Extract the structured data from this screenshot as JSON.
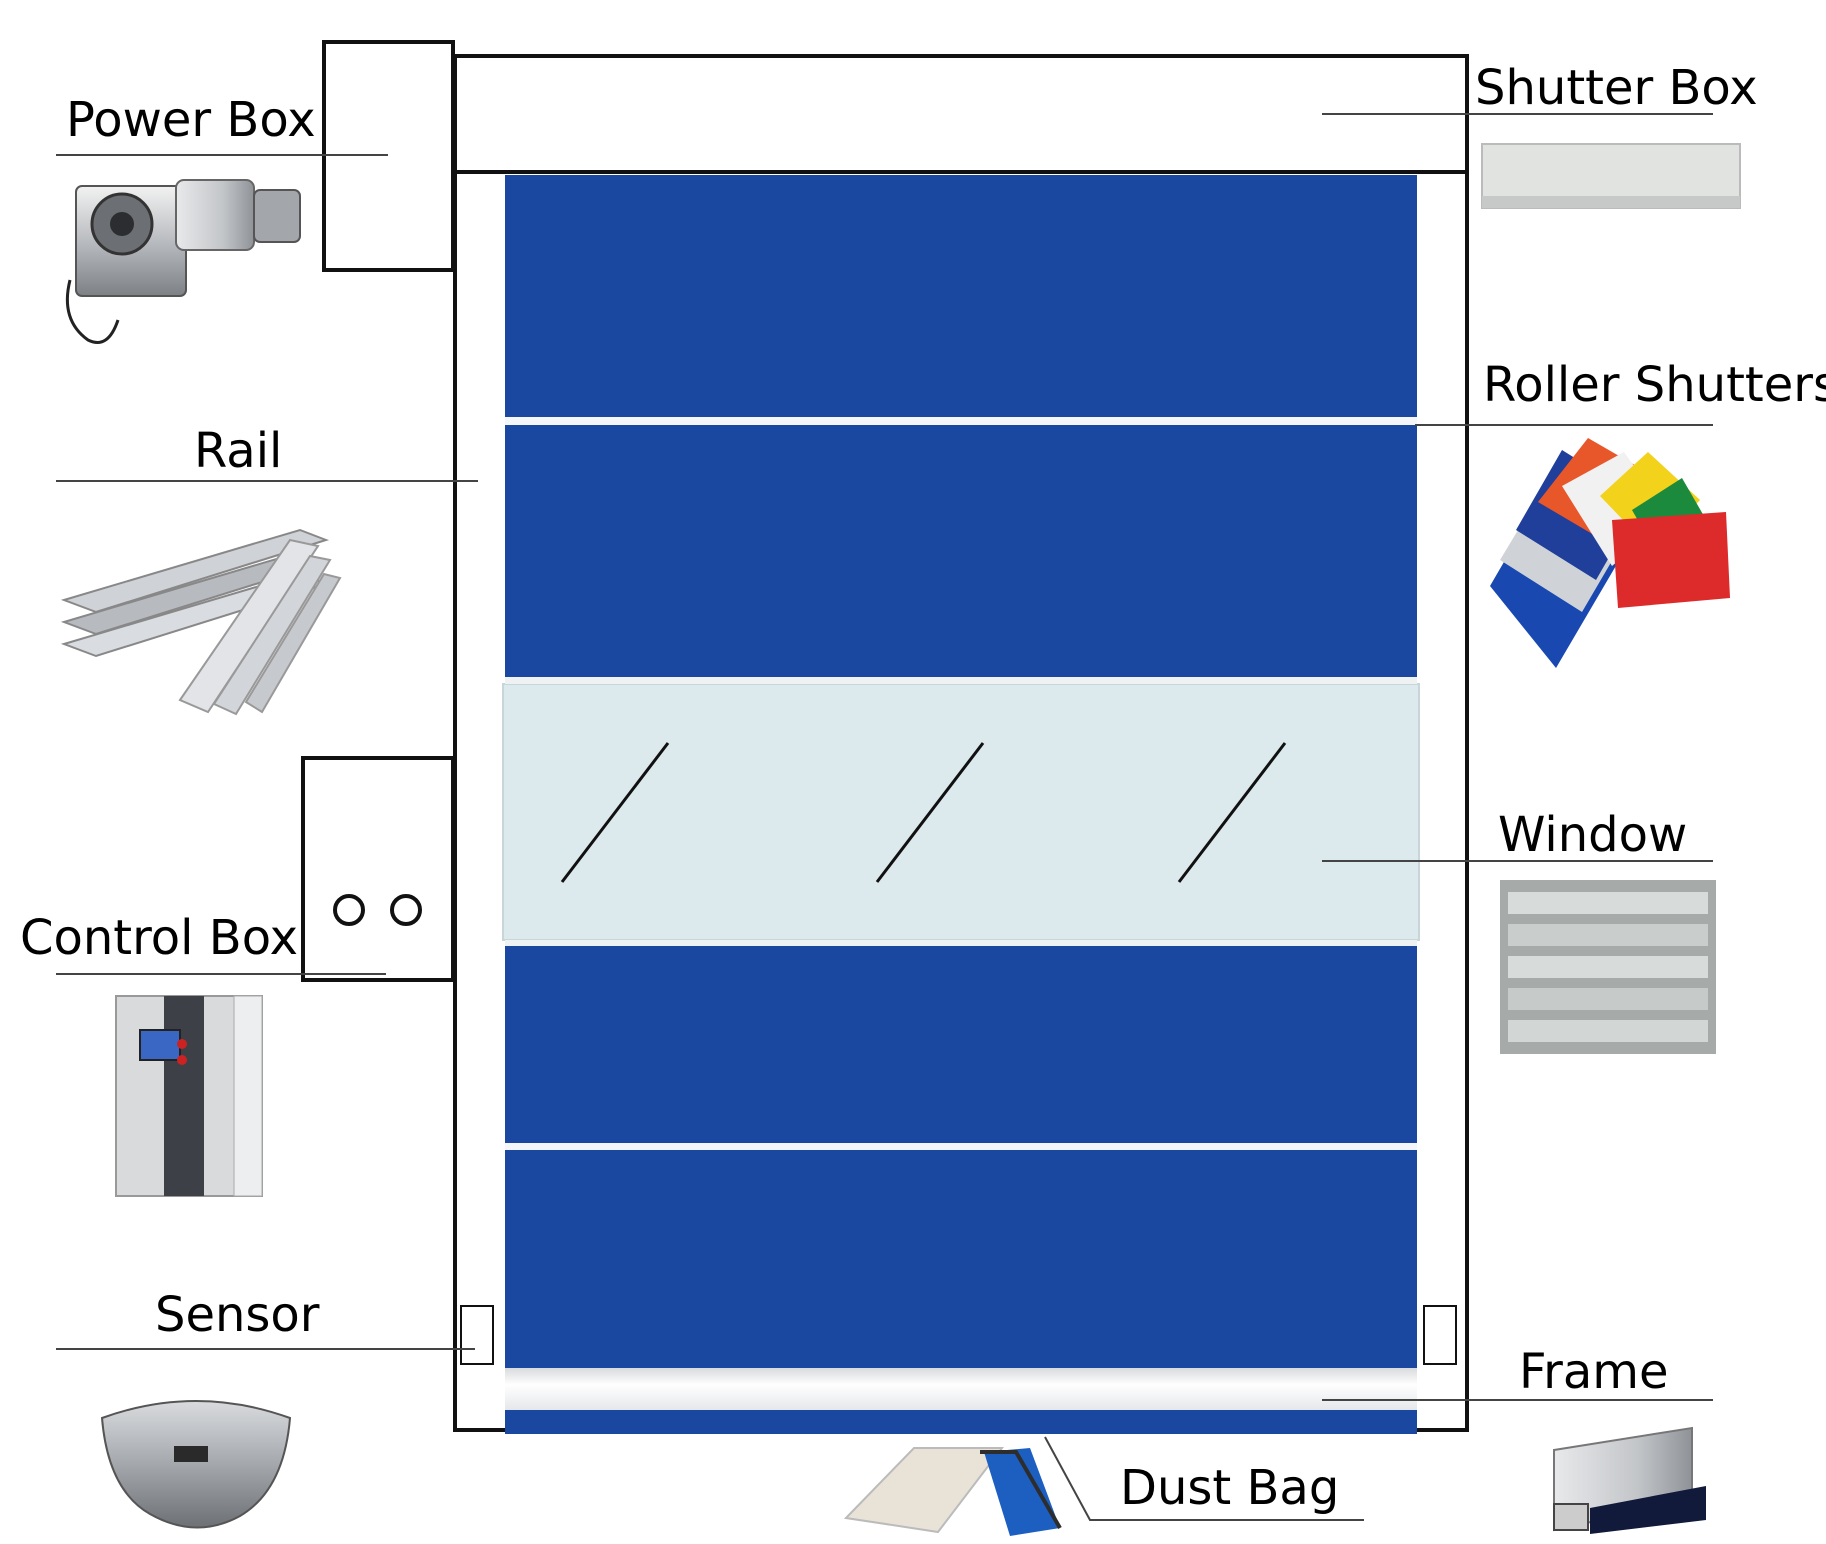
{
  "labels": {
    "power_box": "Power Box",
    "rail": "Rail",
    "control_box": "Control Box",
    "sensor": "Sensor",
    "shutter_box": "Shutter Box",
    "roller_shutters": "Roller Shutters",
    "window": "Window",
    "frame": "Frame",
    "dust_bag": "Dust Bag"
  },
  "colors": {
    "curtain_blue": "#1a48a0",
    "window_panel": "#dce9ed",
    "outline": "#111111",
    "leader": "#444444"
  },
  "icons": {
    "power_box": "motor-gearbox-icon",
    "rail": "aluminium-rail-profiles-icon",
    "control_box": "control-cabinet-icon",
    "sensor": "motion-sensor-icon",
    "shutter_box": "shutter-housing-icon",
    "roller_shutters": "pvc-fabric-swatches-icon",
    "window": "transparent-window-panel-icon",
    "frame": "frame-profile-icon",
    "dust_bag": "dust-bag-roll-icon"
  }
}
